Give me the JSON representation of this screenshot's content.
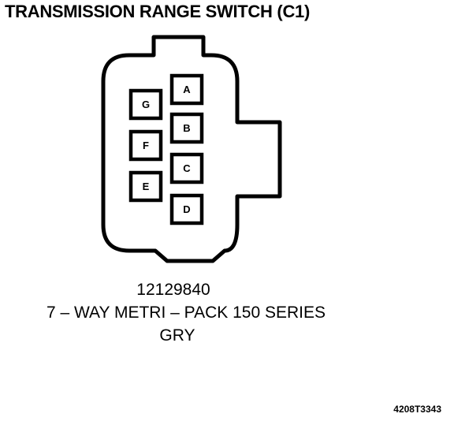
{
  "title": "TRANSMISSION RANGE SWITCH (C1)",
  "connector": {
    "pins": [
      {
        "id": "A",
        "label": "A"
      },
      {
        "id": "B",
        "label": "B"
      },
      {
        "id": "C",
        "label": "C"
      },
      {
        "id": "D",
        "label": "D"
      },
      {
        "id": "E",
        "label": "E"
      },
      {
        "id": "F",
        "label": "F"
      },
      {
        "id": "G",
        "label": "G"
      }
    ]
  },
  "caption": {
    "part_number": "12129840",
    "description": "7 – WAY METRI – PACK 150 SERIES",
    "color": "GRY"
  },
  "figure_id": "4208T3343"
}
